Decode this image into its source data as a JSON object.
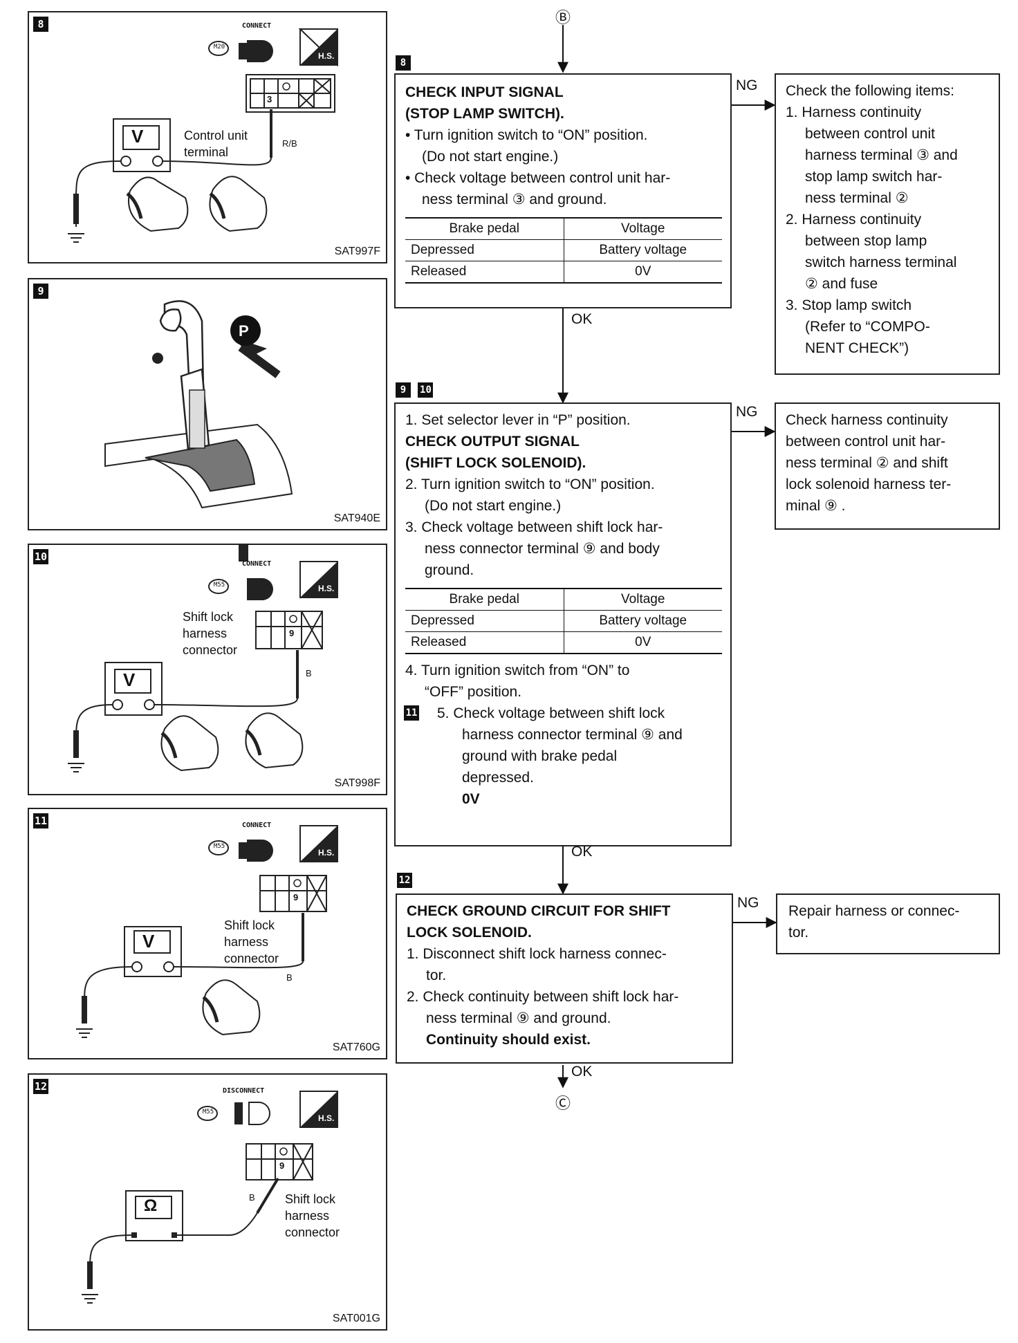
{
  "connectors": {
    "top": "Ⓑ",
    "bottom": "Ⓒ"
  },
  "figures": [
    {
      "step": "8",
      "code": "SAT997F",
      "badge": "M20",
      "action": "CONNECT",
      "hs": "H.S.",
      "meter": "V",
      "labels": [
        "Control unit",
        "terminal"
      ],
      "wire": "R/B",
      "pin": "3"
    },
    {
      "step": "9",
      "code": "SAT940E",
      "position": "P"
    },
    {
      "step": "10",
      "code": "SAT998F",
      "badge": "M55",
      "action": "CONNECT",
      "hs": "H.S.",
      "meter": "V",
      "labels": [
        "Shift lock",
        "harness",
        "connector"
      ],
      "wire": "B",
      "pin": "9"
    },
    {
      "step": "11",
      "code": "SAT760G",
      "badge": "M55",
      "action": "CONNECT",
      "hs": "H.S.",
      "meter": "V",
      "labels": [
        "Shift lock",
        "harness",
        "connector"
      ],
      "wire": "B",
      "pin": "9"
    },
    {
      "step": "12",
      "code": "SAT001G",
      "badge": "M55",
      "action": "DISCONNECT",
      "hs": "H.S.",
      "meter": "Ω",
      "labels": [
        "Shift lock",
        "harness",
        "connector"
      ],
      "wire": "B",
      "pin": "9"
    }
  ],
  "steps": [
    {
      "num": "8",
      "title1": "CHECK INPUT SIGNAL",
      "title2": "(STOP LAMP SWITCH).",
      "b1": "• Turn ignition switch to “ON” position.",
      "b1b": "(Do not start engine.)",
      "b2": "• Check voltage between control unit har-",
      "b2b": "ness terminal ③ and ground.",
      "table": {
        "h1": "Brake pedal",
        "h2": "Voltage",
        "rows": [
          [
            "Depressed",
            "Battery voltage"
          ],
          [
            "Released",
            "0V"
          ]
        ]
      },
      "ng": "NG",
      "ok": "OK",
      "result": {
        "title": "Check the following items:",
        "i1": "1. Harness continuity",
        "i1b": "between control unit",
        "i1c": "harness terminal ③ and",
        "i1d": "stop lamp switch har-",
        "i1e": "ness terminal ②",
        "i2": "2. Harness continuity",
        "i2b": "between stop lamp",
        "i2c": "switch harness terminal",
        "i2d": "② and fuse",
        "i3": "3. Stop lamp switch",
        "i3b": "(Refer to “COMPO-",
        "i3c": "NENT CHECK”)"
      }
    },
    {
      "num": "9",
      "num2": "10",
      "l1": "1. Set selector lever in “P” position.",
      "title1": "CHECK OUTPUT SIGNAL",
      "title2": "(SHIFT LOCK SOLENOID).",
      "l2": "2. Turn ignition switch to “ON” position.",
      "l2b": "(Do not start engine.)",
      "l3": "3. Check voltage between shift lock har-",
      "l3b": "ness connector terminal ⑨ and body",
      "l3c": "ground.",
      "table": {
        "h1": "Brake pedal",
        "h2": "Voltage",
        "rows": [
          [
            "Depressed",
            "Battery voltage"
          ],
          [
            "Released",
            "0V"
          ]
        ]
      },
      "l4": "4. Turn ignition switch from “ON” to",
      "l4b": "“OFF” position.",
      "badge11": "11",
      "l5": "5. Check voltage between shift lock",
      "l5b": "harness connector terminal ⑨ and",
      "l5c": "ground with brake pedal",
      "l5d": "depressed.",
      "l5e": "0V",
      "ng": "NG",
      "ok": "OK",
      "result": {
        "t1": "Check harness continuity",
        "t2": "between control unit har-",
        "t3": "ness terminal ② and shift",
        "t4": "lock solenoid harness ter-",
        "t5": "minal ⑨ ."
      }
    },
    {
      "num": "12",
      "title1": "CHECK GROUND CIRCUIT FOR SHIFT",
      "title2": "LOCK SOLENOID.",
      "l1": "1. Disconnect shift lock harness connec-",
      "l1b": "tor.",
      "l2": "2. Check continuity between shift lock har-",
      "l2b": "ness terminal ⑨ and ground.",
      "l2c": "Continuity should exist.",
      "ng": "NG",
      "ok": "OK",
      "result": {
        "t1": "Repair harness or connec-",
        "t2": "tor."
      }
    }
  ]
}
